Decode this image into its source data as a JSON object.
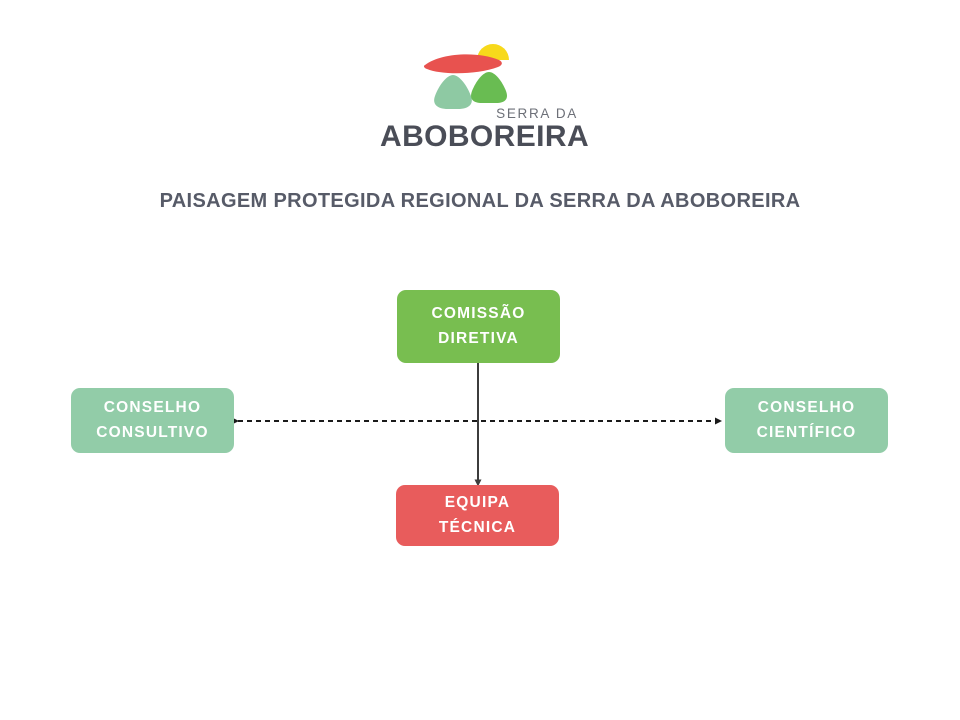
{
  "page": {
    "background_color": "#ffffff"
  },
  "logo": {
    "name": "serra-da-aboboreira-logo",
    "line1": "SERRA DA",
    "line2": "ABOBOREIRA",
    "shapes": {
      "sun_icon": "yellow-semicircle",
      "bird_icon": "red-ellipse",
      "hill_left_icon": "light-green-hill",
      "hill_right_icon": "green-hill"
    },
    "colors": {
      "sun": "#f7d91b",
      "bird": "#e8524f",
      "hill_left": "#8ec9a3",
      "hill_right": "#69bc52",
      "text_small": "#6d7078",
      "text_large": "#4a4d57"
    }
  },
  "title": {
    "text": "PAISAGEM PROTEGIDA REGIONAL DA SERRA DA ABOBOREIRA",
    "color": "#575b68"
  },
  "chart_data": {
    "type": "diagram",
    "title": "PAISAGEM PROTEGIDA REGIONAL DA SERRA DA ABOBOREIRA",
    "nodes": [
      {
        "id": "comissao-diretiva",
        "label": "COMISSÃO DIRETIVA",
        "label_lines": [
          "COMISSÃO",
          "DIRETIVA"
        ],
        "color": "#78be50",
        "text_color": "#ffffff",
        "position": "top-center"
      },
      {
        "id": "conselho-consultivo",
        "label": "CONSELHO CONSULTIVO",
        "label_lines": [
          "CONSELHO",
          "CONSULTIVO"
        ],
        "color": "#92cca8",
        "text_color": "#ffffff",
        "position": "middle-left"
      },
      {
        "id": "conselho-cientifico",
        "label": "CONSELHO CIENTÍFICO",
        "label_lines": [
          "CONSELHO",
          "CIENTÍFICO"
        ],
        "color": "#92cca8",
        "text_color": "#ffffff",
        "position": "middle-right"
      },
      {
        "id": "equipa-tecnica",
        "label": "EQUIPA TÉCNICA",
        "label_lines": [
          "EQUIPA TÉCNICA"
        ],
        "color": "#e85c5c",
        "text_color": "#ffffff",
        "position": "bottom-center"
      }
    ],
    "edges": [
      {
        "id": "comissao-to-equipa",
        "from": "comissao-diretiva",
        "to": "equipa-tecnica",
        "style": "solid",
        "arrow": "end",
        "color": "#3c3c3c"
      },
      {
        "id": "consultivo-to-cientifico",
        "from": "conselho-consultivo",
        "to": "conselho-cientifico",
        "style": "dashed",
        "arrow": "both",
        "color": "#1a1a1a"
      }
    ]
  }
}
